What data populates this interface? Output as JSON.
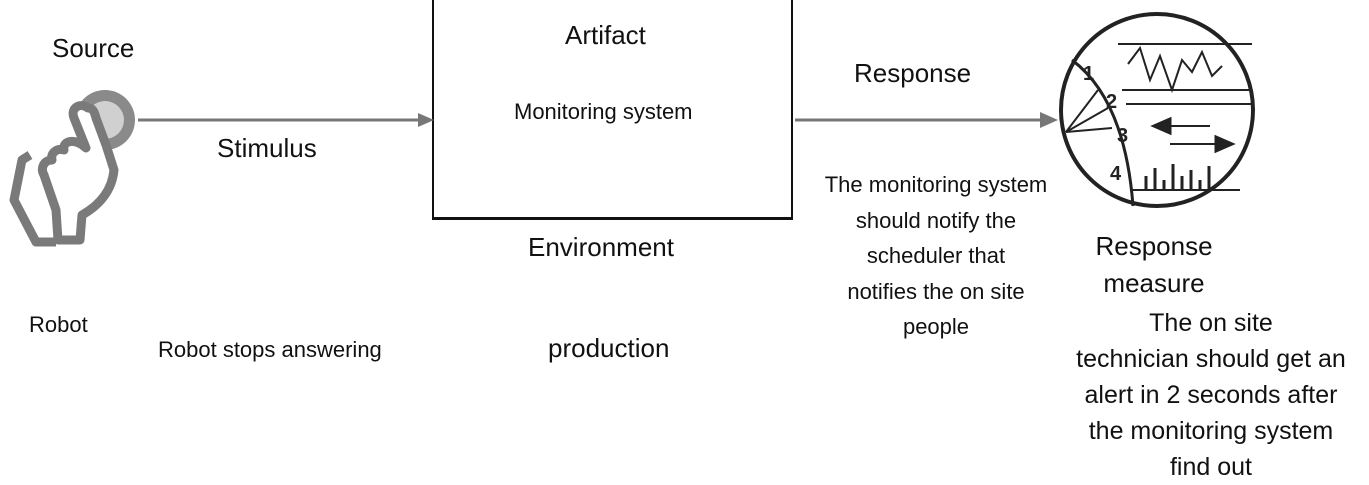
{
  "source": {
    "heading": "Source",
    "value": "Robot"
  },
  "stimulus": {
    "heading": "Stimulus",
    "value": "Robot stops answering"
  },
  "artifact": {
    "heading": "Artifact",
    "value": "Monitoring system"
  },
  "environment": {
    "heading": "Environment",
    "value": "production"
  },
  "response": {
    "heading": "Response",
    "value_lines": [
      "The monitoring system",
      "should notify the",
      "scheduler that",
      "notifies the on site",
      "people"
    ]
  },
  "response_measure": {
    "heading_lines": [
      "Response",
      "measure"
    ],
    "value_lines": [
      "The on site",
      "technician should get an",
      "alert in 2 seconds after",
      "the monitoring system",
      "find out"
    ]
  },
  "gauge": {
    "dial_numbers": [
      "1",
      "2",
      "3",
      "4"
    ]
  },
  "colors": {
    "line": "#111111",
    "arrow": "#777777",
    "hand": "#7a7a7a"
  }
}
